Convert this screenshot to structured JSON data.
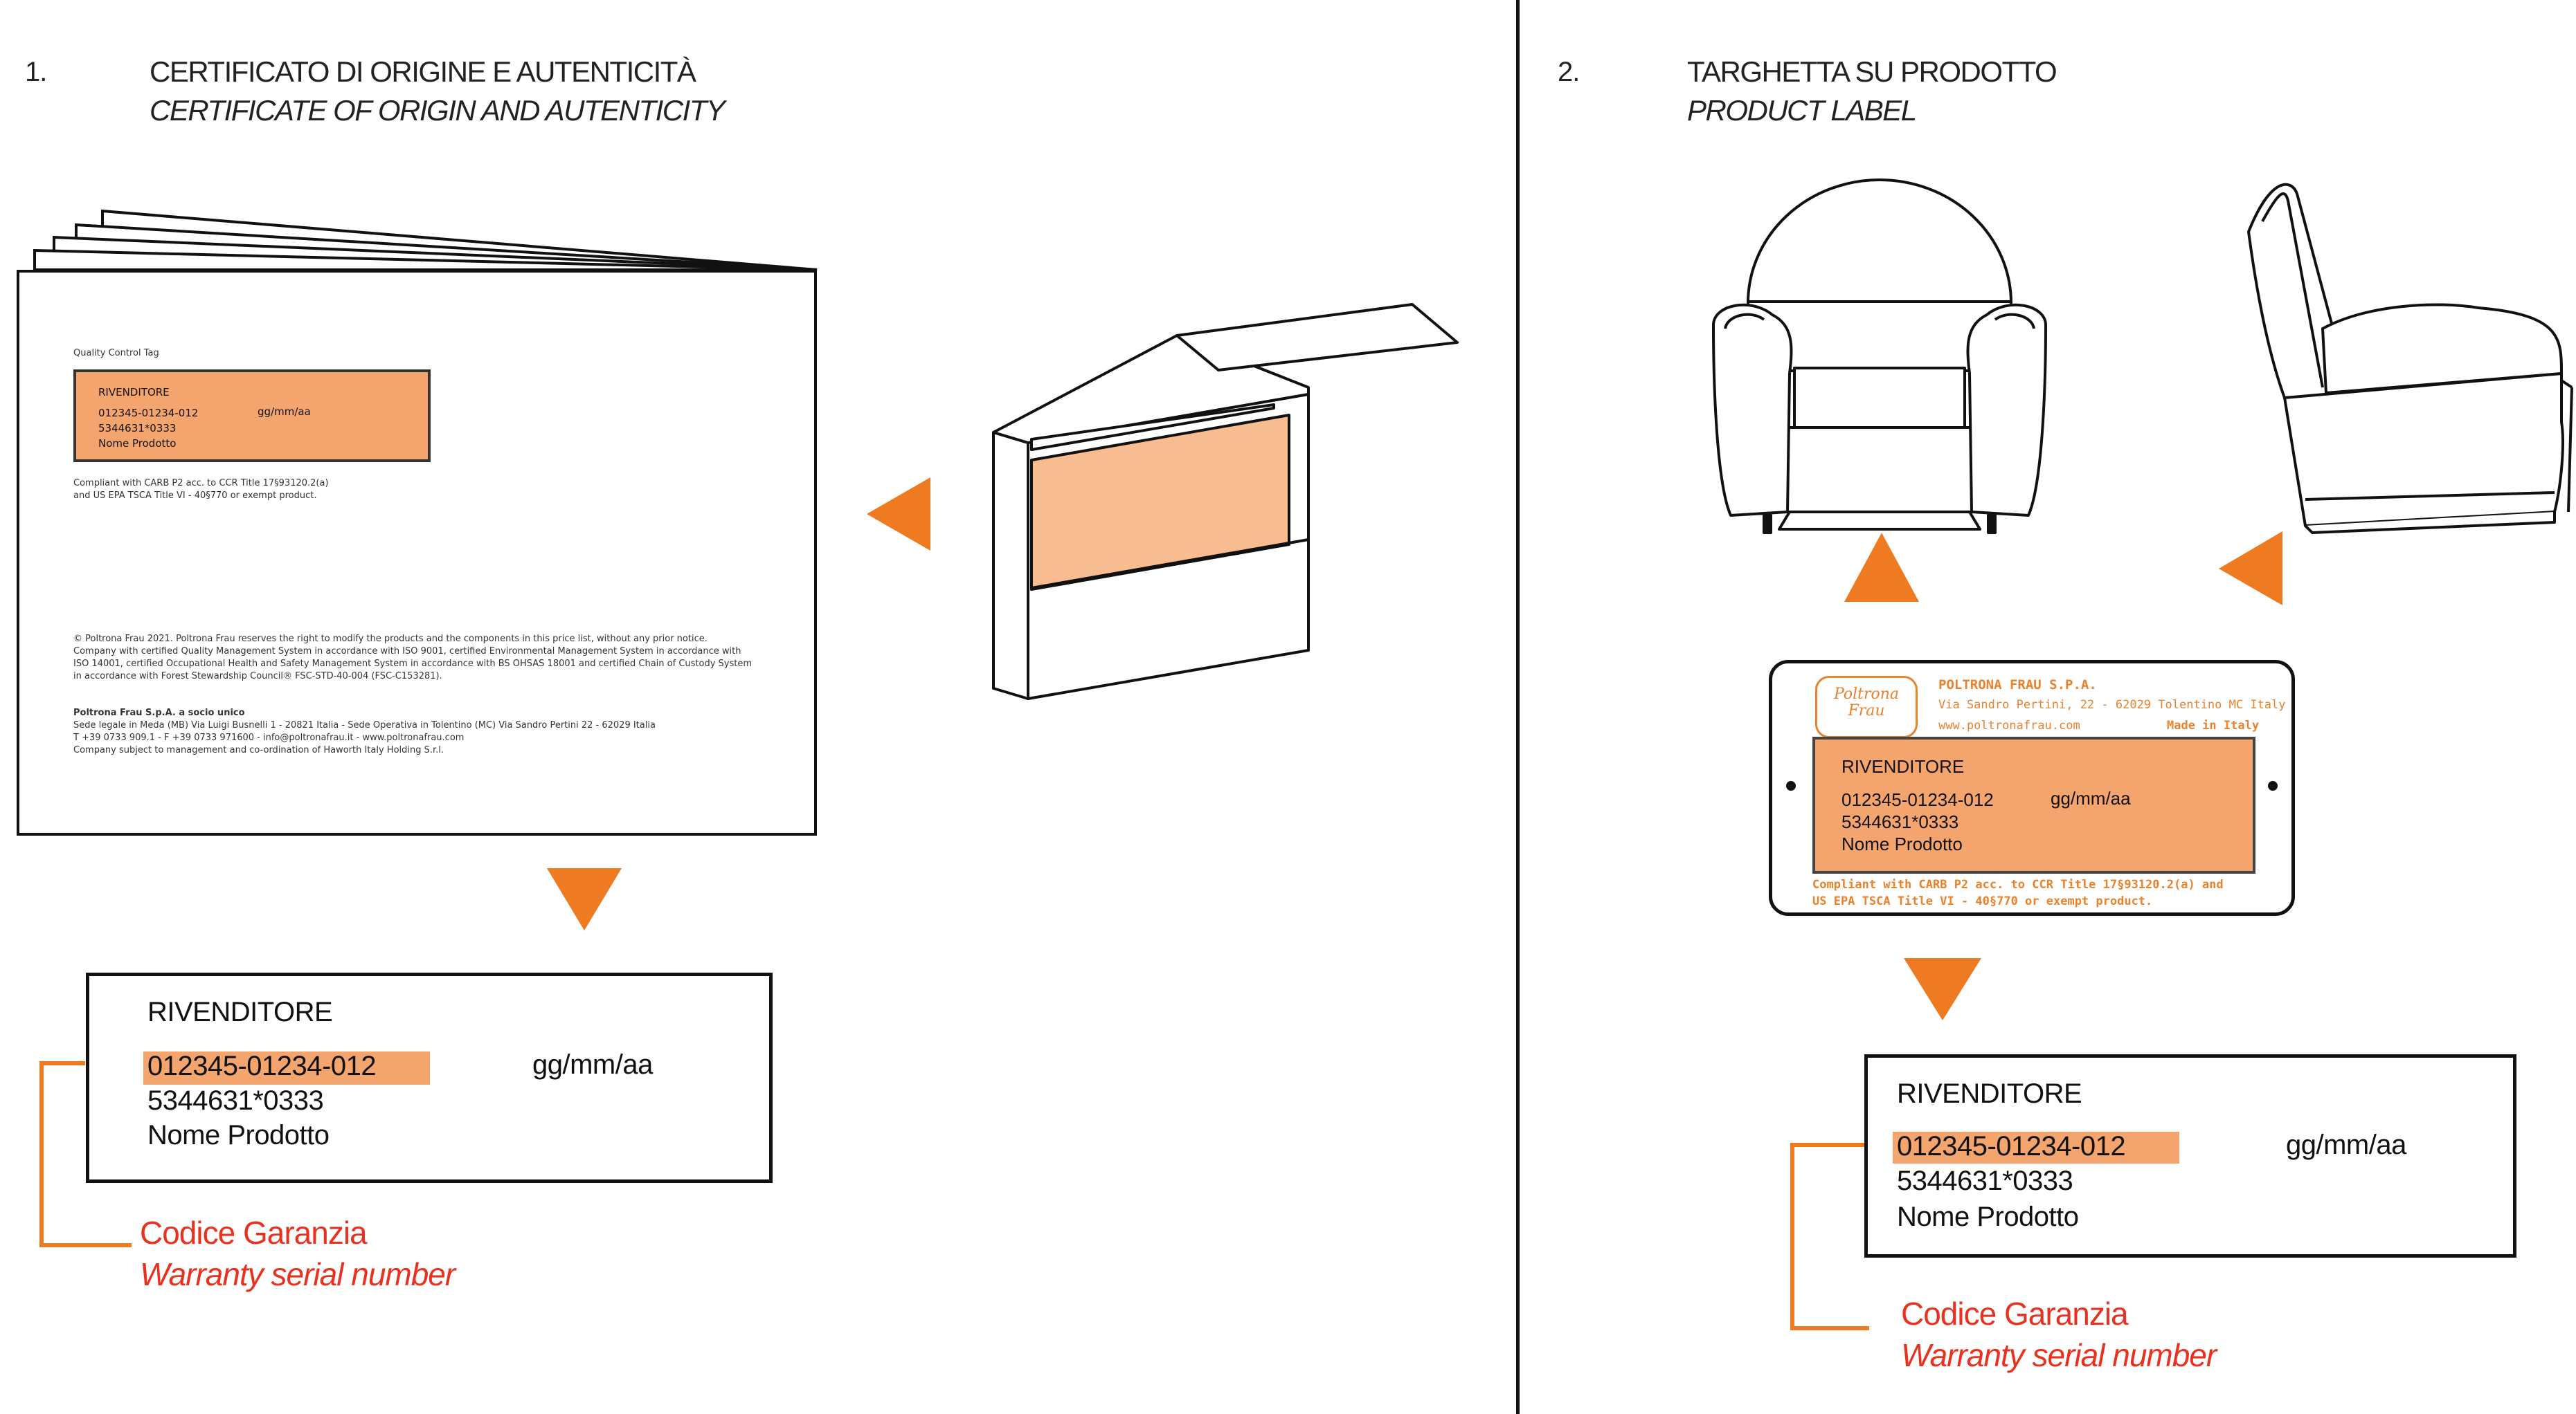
{
  "section1": {
    "number": "1.",
    "title_it": "CERTIFICATO DI ORIGINE E AUTENTICITÀ",
    "title_en": "CERTIFICATE OF ORIGIN AND AUTENTICITY"
  },
  "section2": {
    "number": "2.",
    "title_it": "TARGHETTA SU PRODOTTO",
    "title_en": "PRODUCT LABEL"
  },
  "certificate": {
    "qc_label": "Quality Control Tag",
    "compliance_1": "Compliant with CARB P2 acc. to CCR Title 17§93120.2(a)",
    "compliance_2": "and US EPA TSCA Title VI - 40§770 or exempt product.",
    "legal_1": "© Poltrona Frau 2021. Poltrona Frau reserves the right to modify the products and the components in this price list, without any prior notice.",
    "legal_2": "Company with certified Quality Management System in accordance with ISO 9001, certified Environmental Management System in accordance with",
    "legal_3": "ISO 14001, certified Occupational Health and Safety Management System in accordance with BS OHSAS 18001 and certified Chain of Custody System",
    "legal_4": "in accordance with Forest Stewardship Council® FSC-STD-40-004 (FSC-C153281).",
    "company_1": "Poltrona Frau S.p.A. a socio unico",
    "company_2": "Sede legale in Meda (MB) Via Luigi Busnelli 1 - 20821 Italia - Sede Operativa in Tolentino (MC) Via Sandro Pertini 22 - 62029  Italia",
    "company_3": "T +39 0733 909.1 - F +39 0733 971600 - info@poltronafrau.it - www.poltronafrau.com",
    "company_4": "Company subject to management and co-ordination of Haworth Italy Holding S.r.l."
  },
  "tag": {
    "dealer": "RIVENDITORE",
    "serial": "012345-01234-012",
    "date": "gg/mm/aa",
    "code": "5344631*0333",
    "product": "Nome Prodotto"
  },
  "warranty": {
    "label_it": "Codice Garanzia",
    "label_en": "Warranty serial number"
  },
  "plate": {
    "logo_1": "Poltrona",
    "logo_2": "Frau",
    "company": "POLTRONA FRAU S.P.A.",
    "address": "Via Sandro Pertini, 22 - 62029 Tolentino MC Italy",
    "website": "www.poltronafrau.com",
    "made_in": "Made in Italy",
    "compliance_1": "Compliant with  CARB P2 acc. to CCR Title 17§93120.2(a) and",
    "compliance_2": "US EPA TSCA Title VI - 40§770 or exempt product."
  },
  "colors": {
    "orange": "#ee7b22",
    "tag_fill": "#f4a56d",
    "box_fill": "#f7bc8f",
    "warranty_red": "#e8321f"
  }
}
